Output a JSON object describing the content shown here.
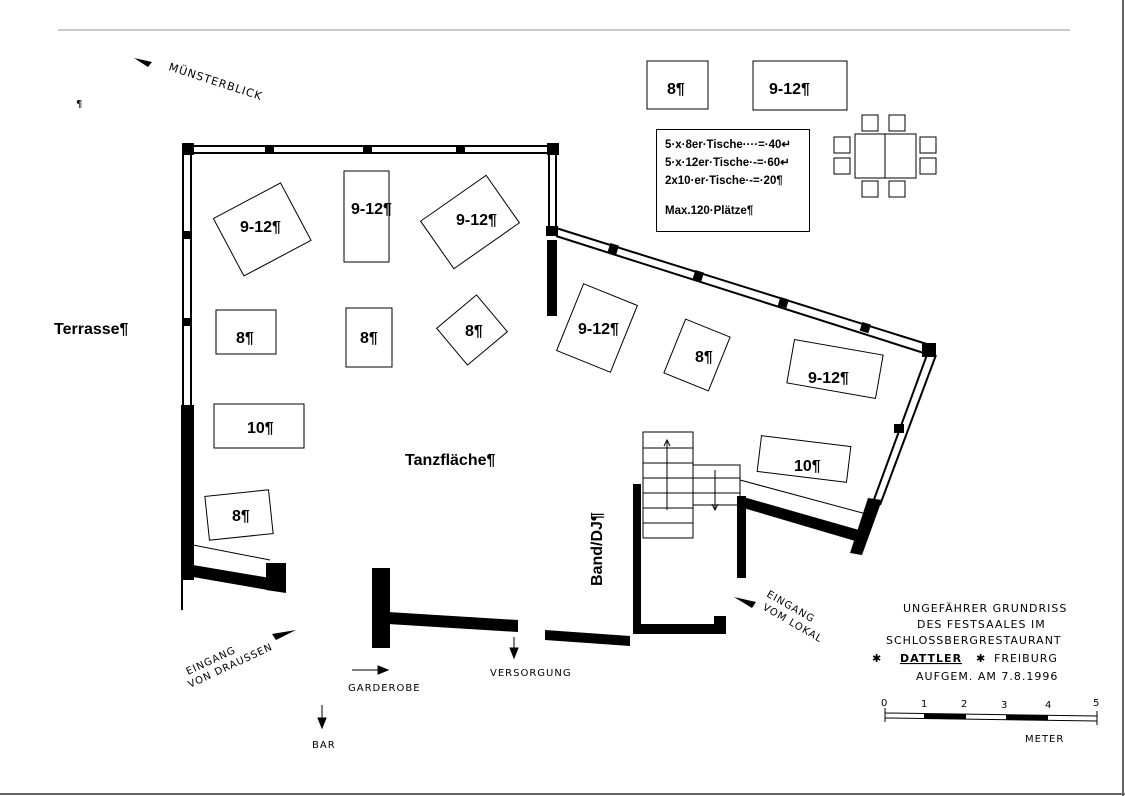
{
  "legend": {
    "line1": "5·x·8er·Tische····=·40↵",
    "line2": "5·x·12er·Tische·-=·60↵",
    "line3": "2x10·er·Tische·-=·20¶",
    "total": "Max.120·Plätze¶"
  },
  "sample_tables": {
    "small": "8¶",
    "large": "9-12¶"
  },
  "rooms": {
    "terrace": "Terrasse¶",
    "dancefloor": "Tanzfläche¶",
    "band": "Band/DJ¶"
  },
  "tables": {
    "t1": "9-12¶",
    "t2": "9-12¶",
    "t3": "9-12¶",
    "t4": "8¶",
    "t5": "8¶",
    "t6": "8¶",
    "t7": "10¶",
    "t8": "8¶",
    "t9": "9-12¶",
    "t10": "8¶",
    "t11": "9-12¶",
    "t12": "10¶"
  },
  "handwriting": {
    "muensterblick": "MÜNSTERBLICK",
    "eingang_draussen_1": "EINGANG",
    "eingang_draussen_2": "VON DRAUSSEN",
    "garderobe": "GARDEROBE",
    "bar": "BAR",
    "versorgung": "VERSORGUNG",
    "eingang_lokal_1": "EINGANG",
    "eingang_lokal_2": "VOM LOKAL",
    "title1": "UNGEFÄHRER GRUNDRISS",
    "title2": "DES FESTSAALES IM",
    "title3": "SCHLOSSBERGRESTAURANT",
    "title4a": "DATTLER",
    "title4b": "FREIBURG",
    "title5": "AUFGEM. AM 7.8.1996",
    "meter": "METER",
    "scale": [
      "0",
      "1",
      "2",
      "3",
      "4",
      "5"
    ]
  },
  "pilcrow_mark": "¶"
}
